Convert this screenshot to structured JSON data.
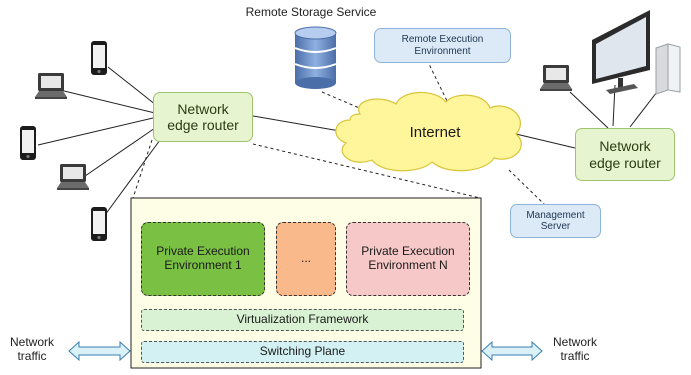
{
  "remote_storage": {
    "label": "Remote Storage Service"
  },
  "remote_exec": {
    "label_line1": "Remote Execution",
    "label_line2": "Environment"
  },
  "internet": {
    "label": "Internet"
  },
  "router_left": {
    "label_line1": "Network",
    "label_line2": "edge router"
  },
  "router_right": {
    "label_line1": "Network",
    "label_line2": "edge router"
  },
  "management": {
    "label_line1": "Management",
    "label_line2": "Server"
  },
  "pe1": {
    "label_line1": "Private Execution",
    "label_line2": "Environment 1"
  },
  "pe_dots": {
    "label": "..."
  },
  "pen": {
    "label_line1": "Private Execution",
    "label_line2": "Environment N"
  },
  "virtualization": {
    "label": "Virtualization Framework"
  },
  "switching": {
    "label": "Switching Plane"
  },
  "traffic_left": {
    "label_line1": "Network",
    "label_line2": "traffic"
  },
  "traffic_right": {
    "label_line1": "Network",
    "label_line2": "traffic"
  },
  "icons": [
    "database-icon",
    "laptop-icon",
    "smartphone-icon",
    "monitor-icon",
    "game-console-icon",
    "cloud-icon",
    "double-arrow-icon"
  ],
  "colors": {
    "router_fill": "#e6f4cf",
    "service_fill": "#dce9f7",
    "cloud_fill": "#fff59a",
    "container_fill": "#fefde6",
    "pe1_fill": "#7ac043",
    "pe_dots_fill": "#f9b98a",
    "pen_fill": "#f7c8c8",
    "virtualization_fill": "#d9f2d3",
    "switching_fill": "#d3f0f2",
    "arrow_fill": "#d9f1f7"
  }
}
